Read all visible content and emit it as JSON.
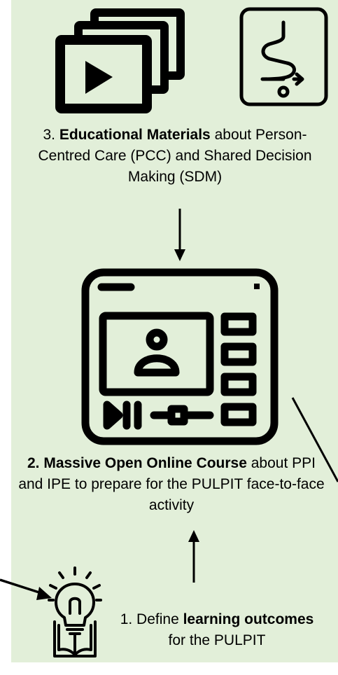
{
  "steps": {
    "step3": {
      "prefix": "3. ",
      "bold": "Educational Materials",
      "rest": " about Person-Centred Care (PCC) and Shared Decision Making (SDM)"
    },
    "step2": {
      "bold": "2. Massive Open Online Course",
      "rest": " about PPI and IPE to prepare for the PULPIT face-to-face activity"
    },
    "step1": {
      "prefix": "1. Define ",
      "bold": "learning outcomes",
      "rest": " for the PULPIT"
    }
  },
  "icons": [
    "video-stack-icon",
    "path-tablet-icon",
    "online-course-window-icon",
    "lightbulb-book-icon"
  ],
  "colors": {
    "panel_background": "#e2efd9",
    "ink": "#000000"
  }
}
